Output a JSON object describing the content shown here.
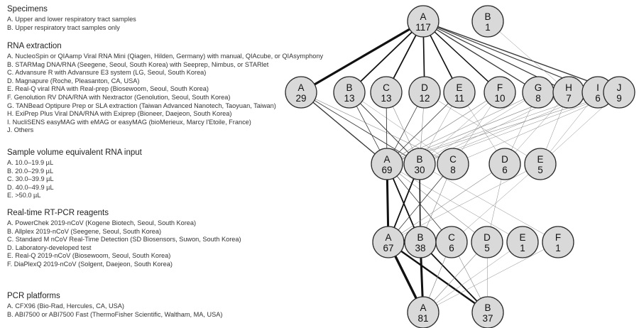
{
  "sections": [
    {
      "title": "Specimens",
      "items": [
        "A. Upper and lower respiratory tract samples",
        "B. Upper respiratory tract samples only"
      ]
    },
    {
      "title": "RNA extraction",
      "items": [
        "A.  NucleoSpin or QIAamp Viral RNA Mini (Qiagen, Hilden, Germany) with manual, QIAcube, or QIAsymphony",
        "B.  STARMag DNA/RNA (Seegene, Seoul, South Korea)  with Seeprep, Nimbus, or STARlet",
        "C.  Advansure R with Advansure E3 system (LG, Seoul, South Korea)",
        "D.  Magnapure (Roche, Pleasanton, CA, USA)",
        "E.  Real-Q viral RNA with Real-prep (Biosewoom, Seoul, South Korea)",
        "F.  Genolution RV DNA/RNA with Nextractor (Genolution, Seoul, South Korea)",
        "G.  TANBead Optipure Prep or SLA extraction (Taiwan Advanced Nanotech, Taoyuan, Taiwan)",
        "H.  ExiPrep Plus Viral DNA/RNA with Exiprep (Bioneer, Daejeon, South Korea)",
        "I.   NucliSENS easyMAG with eMAG or easyMAG (bioMerieux, Marcy l'Etoile, France)",
        "J.   Others"
      ]
    },
    {
      "title": "Sample volume equivalent RNA input",
      "items": [
        "A. 10.0–19.9 µL",
        "B. 20.0–29.9 µL",
        "C. 30.0–39.9 µL",
        "D. 40.0–49.9 µL",
        "E. >50.0 µL"
      ]
    },
    {
      "title": "Real-time RT-PCR reagents",
      "items": [
        "A. PowerChek 2019-nCoV (Kogene Biotech, Seoul,  South Korea)",
        "B. Allplex 2019-nCoV (Seegene, Seoul, South Korea)",
        "C. Standard M nCoV Real-Time Detection (SD Biosensors, Suwon, South Korea)",
        "D. Laboratory-developed test",
        "E. Real-Q 2019-nCoV (Biosewoom, Seoul, South Korea)",
        "F. DiaPlexQ 2019-nCoV (Solgent, Daejeon, South Korea)"
      ]
    },
    {
      "title": "PCR platforms",
      "items": [
        "A. CFX96 (Bio-Rad, Hercules, CA, USA)",
        "B. ABI7500 or ABI7500 Fast (ThermoFisher Scientific, Waltham, MA, USA)"
      ]
    }
  ],
  "nodes": {
    "specimens": [
      {
        "id": "SA",
        "label": "A",
        "count": "117"
      },
      {
        "id": "SB",
        "label": "B",
        "count": "1"
      }
    ],
    "extraction": [
      {
        "id": "EA",
        "label": "A",
        "count": "29"
      },
      {
        "id": "EB",
        "label": "B",
        "count": "13"
      },
      {
        "id": "EC",
        "label": "C",
        "count": "13"
      },
      {
        "id": "ED",
        "label": "D",
        "count": "12"
      },
      {
        "id": "EE",
        "label": "E",
        "count": "11"
      },
      {
        "id": "EF",
        "label": "F",
        "count": "10"
      },
      {
        "id": "EG",
        "label": "G",
        "count": "8"
      },
      {
        "id": "EH",
        "label": "H",
        "count": "7"
      },
      {
        "id": "EI",
        "label": "I",
        "count": "6"
      },
      {
        "id": "EJ",
        "label": "J",
        "count": "9"
      }
    ],
    "volume": [
      {
        "id": "VA",
        "label": "A",
        "count": "69"
      },
      {
        "id": "VB",
        "label": "B",
        "count": "30"
      },
      {
        "id": "VC",
        "label": "C",
        "count": "8"
      },
      {
        "id": "VD",
        "label": "D",
        "count": "6"
      },
      {
        "id": "VE",
        "label": "E",
        "count": "5"
      }
    ],
    "reagents": [
      {
        "id": "RA",
        "label": "A",
        "count": "67"
      },
      {
        "id": "RB",
        "label": "B",
        "count": "38"
      },
      {
        "id": "RC",
        "label": "C",
        "count": "6"
      },
      {
        "id": "RD",
        "label": "D",
        "count": "5"
      },
      {
        "id": "RE",
        "label": "E",
        "count": "1"
      },
      {
        "id": "RF",
        "label": "F",
        "count": "1"
      }
    ],
    "platforms": [
      {
        "id": "PA",
        "label": "A",
        "count": "81"
      },
      {
        "id": "PB",
        "label": "B",
        "count": "37"
      }
    ]
  },
  "edges": [
    {
      "from": "SA",
      "to": "EA",
      "weight": 3.2
    },
    {
      "from": "SA",
      "to": "EB",
      "weight": 1.8
    },
    {
      "from": "SA",
      "to": "EC",
      "weight": 1.8
    },
    {
      "from": "SA",
      "to": "ED",
      "weight": 1.7
    },
    {
      "from": "SA",
      "to": "EE",
      "weight": 1.6
    },
    {
      "from": "SA",
      "to": "EF",
      "weight": 1.5
    },
    {
      "from": "SA",
      "to": "EG",
      "weight": 1.3
    },
    {
      "from": "SA",
      "to": "EH",
      "weight": 1.2
    },
    {
      "from": "SA",
      "to": "EI",
      "weight": 1.1
    },
    {
      "from": "SA",
      "to": "EJ",
      "weight": 1.4
    },
    {
      "from": "SB",
      "to": "EH",
      "weight": 0.5
    },
    {
      "from": "EA",
      "to": "VA",
      "weight": 1.4
    },
    {
      "from": "EA",
      "to": "VB",
      "weight": 0.9
    },
    {
      "from": "EA",
      "to": "VC",
      "weight": 0.6
    },
    {
      "from": "EB",
      "to": "VA",
      "weight": 0.8
    },
    {
      "from": "EB",
      "to": "VB",
      "weight": 0.9
    },
    {
      "from": "EB",
      "to": "VC",
      "weight": 0.5
    },
    {
      "from": "EC",
      "to": "VA",
      "weight": 0.9
    },
    {
      "from": "EC",
      "to": "VB",
      "weight": 0.6
    },
    {
      "from": "ED",
      "to": "VA",
      "weight": 0.8
    },
    {
      "from": "ED",
      "to": "VB",
      "weight": 0.6
    },
    {
      "from": "ED",
      "to": "VE",
      "weight": 0.5
    },
    {
      "from": "EE",
      "to": "VA",
      "weight": 0.8
    },
    {
      "from": "EE",
      "to": "VB",
      "weight": 0.5
    },
    {
      "from": "EE",
      "to": "VD",
      "weight": 0.5
    },
    {
      "from": "EF",
      "to": "VA",
      "weight": 0.7
    },
    {
      "from": "EF",
      "to": "VB",
      "weight": 0.5
    },
    {
      "from": "EF",
      "to": "VC",
      "weight": 0.5
    },
    {
      "from": "EG",
      "to": "VA",
      "weight": 0.6
    },
    {
      "from": "EG",
      "to": "VB",
      "weight": 0.5
    },
    {
      "from": "EG",
      "to": "VD",
      "weight": 0.5
    },
    {
      "from": "EH",
      "to": "VA",
      "weight": 0.6
    },
    {
      "from": "EH",
      "to": "VB",
      "weight": 0.5
    },
    {
      "from": "EH",
      "to": "VD",
      "weight": 0.5
    },
    {
      "from": "EH",
      "to": "VE",
      "weight": 0.5
    },
    {
      "from": "EI",
      "to": "VA",
      "weight": 0.5
    },
    {
      "from": "EI",
      "to": "VB",
      "weight": 0.5
    },
    {
      "from": "EI",
      "to": "VE",
      "weight": 0.5
    },
    {
      "from": "EJ",
      "to": "VA",
      "weight": 0.6
    },
    {
      "from": "EJ",
      "to": "VB",
      "weight": 0.5
    },
    {
      "from": "EJ",
      "to": "VC",
      "weight": 0.5
    },
    {
      "from": "EJ",
      "to": "VE",
      "weight": 0.5
    },
    {
      "from": "VA",
      "to": "RA",
      "weight": 3.0
    },
    {
      "from": "VA",
      "to": "RB",
      "weight": 1.8
    },
    {
      "from": "VA",
      "to": "RC",
      "weight": 0.8
    },
    {
      "from": "VA",
      "to": "RD",
      "weight": 0.6
    },
    {
      "from": "VA",
      "to": "RE",
      "weight": 0.5
    },
    {
      "from": "VB",
      "to": "RA",
      "weight": 1.8
    },
    {
      "from": "VB",
      "to": "RB",
      "weight": 1.6
    },
    {
      "from": "VB",
      "to": "RF",
      "weight": 0.5
    },
    {
      "from": "VC",
      "to": "RA",
      "weight": 0.8
    },
    {
      "from": "VC",
      "to": "RB",
      "weight": 0.6
    },
    {
      "from": "VD",
      "to": "RA",
      "weight": 0.6
    },
    {
      "from": "VD",
      "to": "RD",
      "weight": 0.5
    },
    {
      "from": "VE",
      "to": "RA",
      "weight": 0.5
    },
    {
      "from": "VE",
      "to": "RC",
      "weight": 0.5
    },
    {
      "from": "RA",
      "to": "PA",
      "weight": 3.4
    },
    {
      "from": "RA",
      "to": "PB",
      "weight": 2.4
    },
    {
      "from": "RB",
      "to": "PA",
      "weight": 3.0
    },
    {
      "from": "RB",
      "to": "PB",
      "weight": 1.8
    },
    {
      "from": "RC",
      "to": "PA",
      "weight": 0.7
    },
    {
      "from": "RC",
      "to": "PB",
      "weight": 0.6
    },
    {
      "from": "RD",
      "to": "PA",
      "weight": 0.6
    },
    {
      "from": "RD",
      "to": "PB",
      "weight": 0.5
    },
    {
      "from": "RE",
      "to": "PA",
      "weight": 0.5
    },
    {
      "from": "RF",
      "to": "PA",
      "weight": 0.5
    }
  ],
  "colors": {
    "node_fill": "#d9d9d9",
    "node_stroke": "#2a2a2a",
    "edge_heavy": "#111111",
    "edge_light": "#8a8a8a"
  }
}
